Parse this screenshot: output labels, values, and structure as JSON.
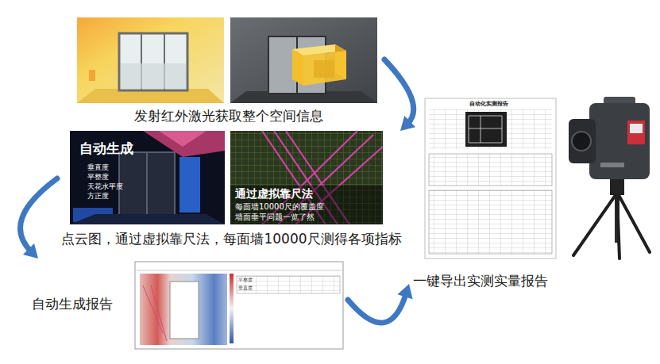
{
  "diagram": {
    "nodes": [
      {
        "text": [
          "发射红外激光获取整个空间信息"
        ]
      },
      {
        "text": [
          "点云图，通过虚拟靠尺法，每面墙10000尺测得各项指标"
        ]
      },
      {
        "text": [
          "自动生成报告"
        ]
      },
      {
        "text": [
          "一键导出实测实量报告"
        ]
      }
    ],
    "edges": [
      {
        "from": 0,
        "to": 1,
        "arrow": "to"
      },
      {
        "from": 1,
        "to": 2,
        "arrow": "to"
      },
      {
        "from": 2,
        "to": 3,
        "arrow": "to"
      }
    ],
    "labels": [
      "自动生成",
      "垂直度",
      "平整度",
      "天花水平度",
      "方正度",
      "通过虚拟靠尺法",
      "每面墙10000尺的覆盖度",
      "墙面垂平问题一览了然",
      "自动化实测报告",
      "平整度",
      "垂直度"
    ]
  }
}
